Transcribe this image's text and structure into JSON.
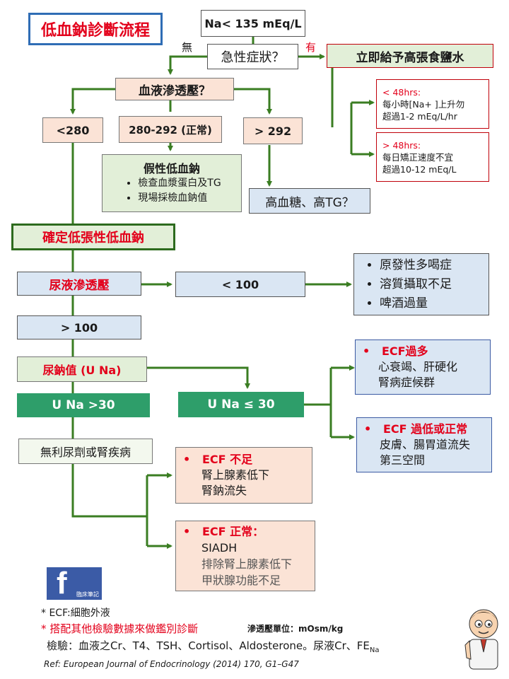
{
  "title": "低血鈉診斷流程",
  "start": "Na< 135 mEq/L",
  "q_symptom": "急性症狀？",
  "label_no": "無",
  "label_yes": "有",
  "hypertonic": "立即給予高張食鹽水",
  "lt48": {
    "head": "< 48hrs:",
    "line1": "每小時[Na+ ]上升勿",
    "line2": "超過1-2 mEq/L/hr"
  },
  "gt48": {
    "head": "> 48hrs:",
    "line1": "每日矯正速度不宜",
    "line2": "超過10-12 mEq/L"
  },
  "q_serum_osm": "血液滲透壓？",
  "osm_low": "<280",
  "osm_normal": "280-292 (正常)",
  "osm_high": "> 292",
  "pseudo": {
    "title": "假性低血鈉",
    "items": [
      "檢查血漿蛋白及TG",
      "現場採檢血鈉值"
    ]
  },
  "hyperglycemia": "高血糖、高TG？",
  "confirm": "確定低張性低血鈉",
  "urine_osm": "尿液滲透壓",
  "uosm_low": "< 100",
  "uosm_low_causes": [
    "原發性多喝症",
    "溶質攝取不足",
    "啤酒過量"
  ],
  "uosm_high": "> 100",
  "una_label": "尿鈉值 (U Na)",
  "una_high": "U Na >30",
  "una_low": "U Na ≤ 30",
  "no_diuretic": "無利尿劑或腎疾病",
  "ecf_excess": {
    "head": "ECF過多",
    "lines": [
      "心衰竭、肝硬化",
      "腎病症候群"
    ]
  },
  "ecf_low_normal": {
    "head": "ECF 過低或正常",
    "lines": [
      "皮膚、腸胃道流失",
      "第三空間"
    ]
  },
  "ecf_deficit": {
    "head": "ECF 不足",
    "lines": [
      "腎上腺素低下",
      "腎鈉流失"
    ]
  },
  "ecf_normal": {
    "head": "ECF 正常：",
    "lines": [
      "SIADH",
      "排除腎上腺素低下",
      "甲狀腺功能不足"
    ]
  },
  "logo_text": "臨床筆記",
  "logo_letter": "f",
  "note_ecf": "* ECF:細胞外液",
  "note_other": "* 搭配其他檢驗數據來做鑑別診斷",
  "osm_unit": "滲透壓單位：mOsm/kg",
  "labs_prefix": "檢驗：血液之Cr、T4、TSH、Cortisol、Aldosterone。尿液Cr、FE",
  "labs_sub": "Na",
  "reference": "Ref: European Journal of Endocrinology (2014) 170, G1–G47",
  "colors": {
    "arrow": "#3a7d22",
    "red": "#e3001b",
    "darkgreen": "#2e9e6a",
    "blue_border": "#3b5aa3",
    "title_border": "#2f6db5"
  }
}
